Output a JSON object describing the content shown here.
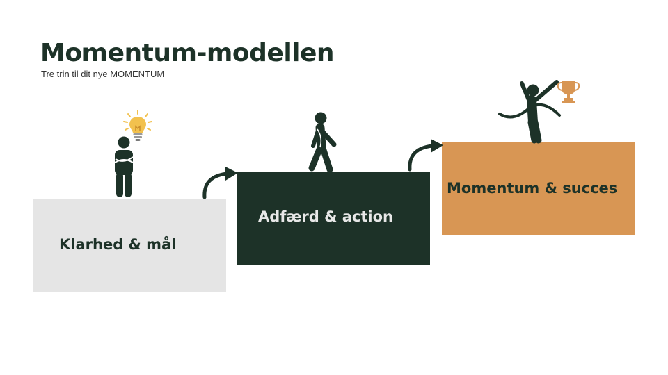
{
  "header": {
    "title": "Momentum-modellen",
    "subtitle": "Tre trin til dit nye MOMENTUM"
  },
  "steps": [
    {
      "label": "Klarhed & mål",
      "color": "#e5e5e5",
      "text_color": "#1d3228",
      "icon": "person-arms-crossed-icon"
    },
    {
      "label": "Adfærd & action",
      "color": "#1d3228",
      "text_color": "#e8e8e8",
      "icon": "walking-person-icon"
    },
    {
      "label": "Momentum & succes",
      "color": "#d89654",
      "text_color": "#1d3228",
      "icon": "winner-finish-line-icon"
    }
  ],
  "colors": {
    "dark": "#1d3228",
    "bulb": "#f2c14e",
    "trophy": "#d89654"
  }
}
